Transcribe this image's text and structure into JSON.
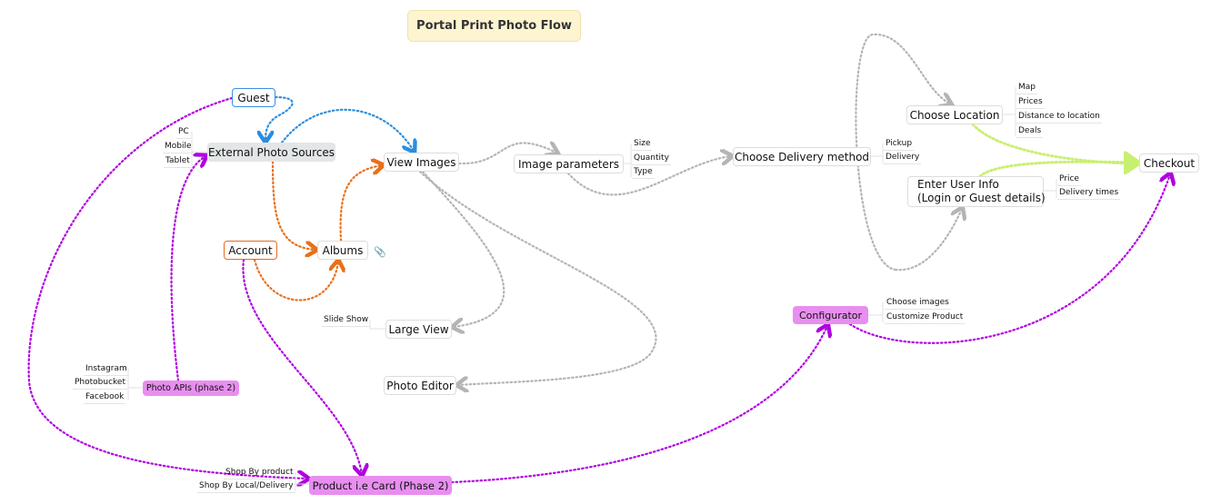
{
  "title": "Portal Print Photo Flow",
  "nodes": {
    "guest": "Guest",
    "external": "External Photo Sources",
    "view_images": "View Images",
    "albums": "Albums",
    "account": "Account",
    "image_parameters": "Image parameters",
    "choose_delivery": "Choose Delivery method",
    "choose_location": "Choose Location",
    "checkout": "Checkout",
    "enter_user_info_1": "Enter User Info",
    "enter_user_info_2": "(Login or Guest details)",
    "large_view": "Large View",
    "photo_editor": "Photo Editor",
    "configurator": "Configurator",
    "photo_apis": "Photo APIs (phase 2)",
    "product": "Product i.e Card (Phase 2)"
  },
  "subs": {
    "external": [
      "PC",
      "Mobile",
      "Tablet"
    ],
    "image_parameters": [
      "Size",
      "Quantity",
      "Type"
    ],
    "choose_delivery": [
      "Pickup",
      "Delivery"
    ],
    "choose_location": [
      "Map",
      "Prices",
      "Distance to location",
      "Deals"
    ],
    "enter_user_info": [
      "Price",
      "Delivery times"
    ],
    "large_view": [
      "Slide Show"
    ],
    "configurator": [
      "Choose images",
      "Customize Product"
    ],
    "photo_apis": [
      "Instagram",
      "Photobucket",
      "Facebook"
    ],
    "product": [
      "Shop By product",
      "Shop By Local/Delivery"
    ]
  },
  "colors": {
    "purple": "#b000e0",
    "blue": "#2a8ee0",
    "orange": "#e8701a",
    "gray": "#b4b4b4",
    "green": "#c8f070"
  }
}
